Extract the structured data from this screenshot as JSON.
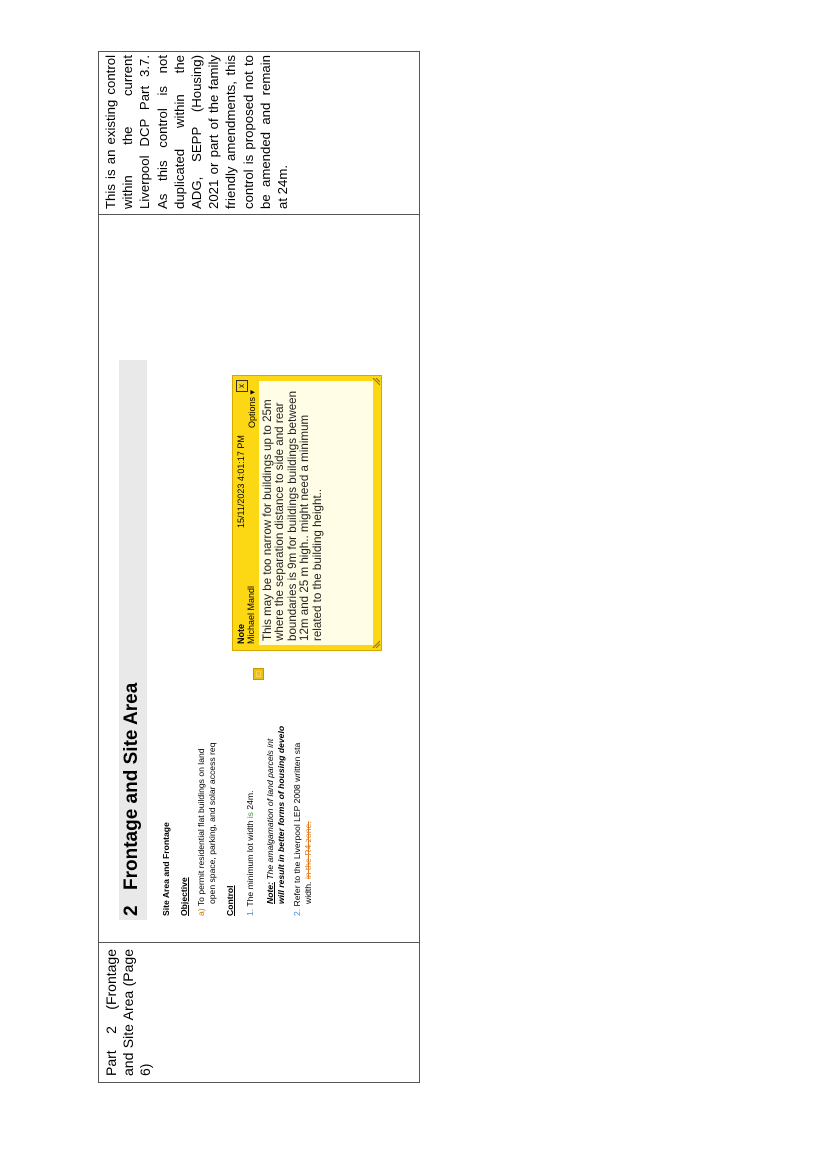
{
  "table": {
    "col1": "Part 2 (Frontage and Site Area (Page 6)",
    "col3": "This is an existing control within the current Liverpool DCP Part 3.7. As this control is not duplicated within the ADG, SEPP (Housing) 2021 or part of the family friendly amendments, this control is proposed not to be amended and remain at 24m."
  },
  "excerpt": {
    "heading_num": "2",
    "heading": "Frontage and Site Area",
    "section": "Site Area and Frontage",
    "objective_label": "Objective",
    "objective_a_prefix": "a)",
    "objective_a_line1": "To permit residential flat buildings on land",
    "objective_a_line2": "open space, parking, and solar access req",
    "control_label": "Control",
    "control_1_prefix": "1.",
    "control_1_a": "The minimum lot width ",
    "control_1_is": "is",
    "control_1_b": " 24m.",
    "note_label": "Note:",
    "note_line1": " The amalgamation of land parcels int",
    "note_line2": "will result in better forms of housing develo",
    "control_2_prefix": "2.",
    "control_2_line1": "Refer to the Liverpool LEP 2008 written sta",
    "control_2_line2a": "width. ",
    "control_2_strike": "in the R4 zone.",
    "marker": "□"
  },
  "note": {
    "title": "Note",
    "author": "Michael Mandl",
    "date": "15/11/2023 4:01:17 PM",
    "close": "x",
    "options": "Options ▾",
    "body": "This may be too narrow for buildings up to 25m where the separation distance to side and rear boundaries is 9m for buildings buildings between 12m and 25 m high.. might need a minimum related to the building height.."
  }
}
